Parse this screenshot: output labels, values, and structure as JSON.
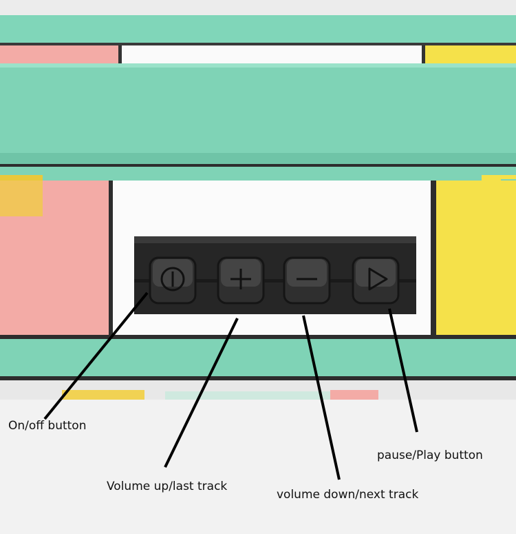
{
  "labels": {
    "power": "On/off button",
    "vol_up": "Volume up/last track",
    "vol_down": "volume down/next track",
    "play": "pause/Play button"
  },
  "buttons": [
    {
      "icon": "power-icon"
    },
    {
      "icon": "plus-icon"
    },
    {
      "icon": "minus-icon"
    },
    {
      "icon": "play-icon"
    }
  ],
  "colors": {
    "mint": "#7fd6b8",
    "pink": "#f3a9a5",
    "yellow": "#f4e145",
    "panel": "#2a2a2a",
    "button": "#3a3a3a"
  }
}
